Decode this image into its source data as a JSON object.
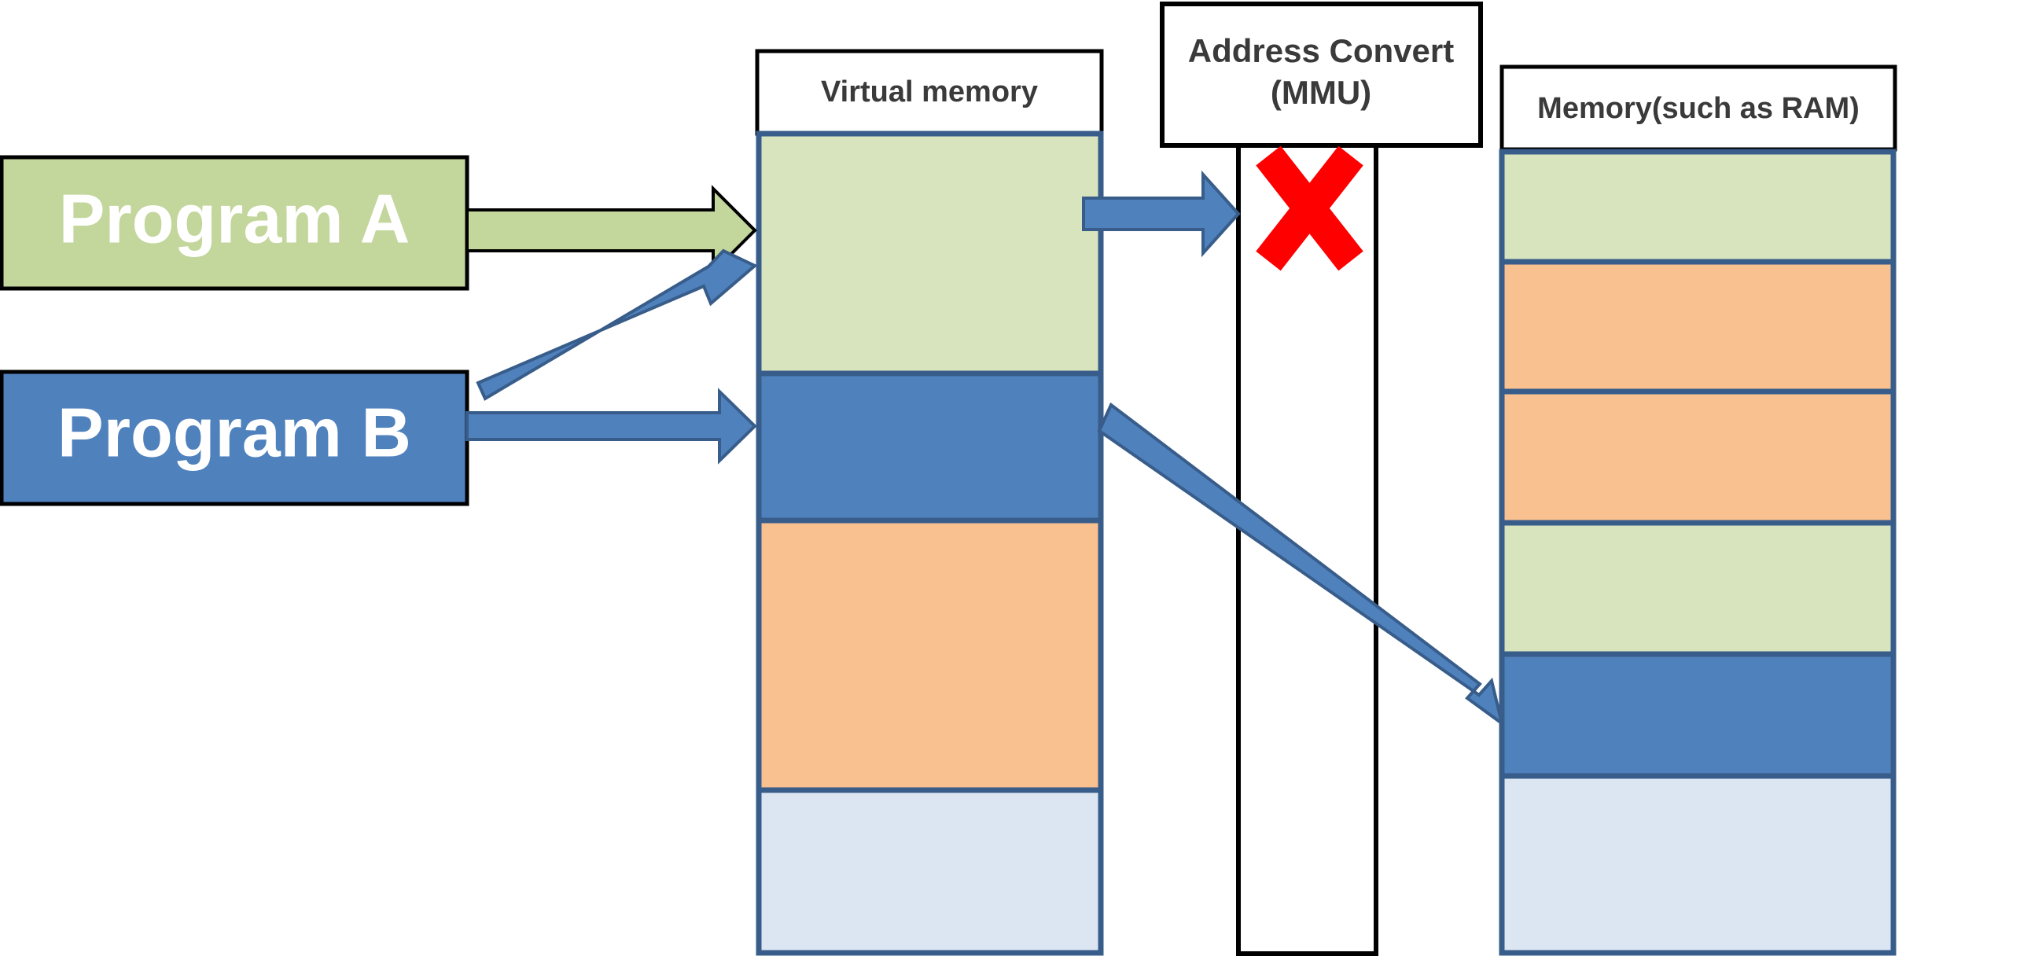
{
  "program_a": {
    "label": "Program A"
  },
  "program_b": {
    "label": "Program B"
  },
  "virtual_memory": {
    "header": "Virtual memory",
    "blocks": [
      "program-a",
      "program-b",
      "other",
      "free"
    ]
  },
  "mmu": {
    "line1": "Address Convert",
    "line2": "(MMU)",
    "blocked_marker": "x-mark-icon"
  },
  "physical_memory": {
    "header": "Memory(such as RAM)",
    "blocks": [
      "program-a",
      "other",
      "other",
      "program-a",
      "program-b",
      "free"
    ]
  },
  "colors": {
    "program_a": "#c3d69b",
    "program_a_light": "#d7e4bd",
    "program_b": "#4f81bd",
    "other": "#f9c090",
    "free": "#dce6f2",
    "outline": "#385d8a",
    "blocked": "#ff0000"
  }
}
